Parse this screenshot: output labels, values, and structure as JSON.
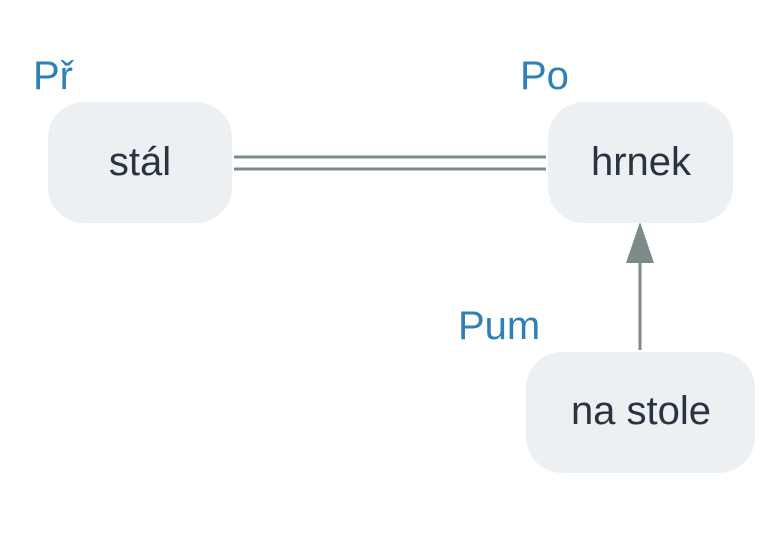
{
  "nodes": {
    "stal": {
      "text": "stál",
      "role": "Př"
    },
    "hrnek": {
      "text": "hrnek",
      "role": "Po"
    },
    "na_stole": {
      "text": "na stole",
      "role": "Pum"
    }
  },
  "colors": {
    "node_fill": "#edf0f2",
    "node_text": "#2a3341",
    "role_text": "#2f80b8",
    "edge": "#7d8a8a"
  }
}
